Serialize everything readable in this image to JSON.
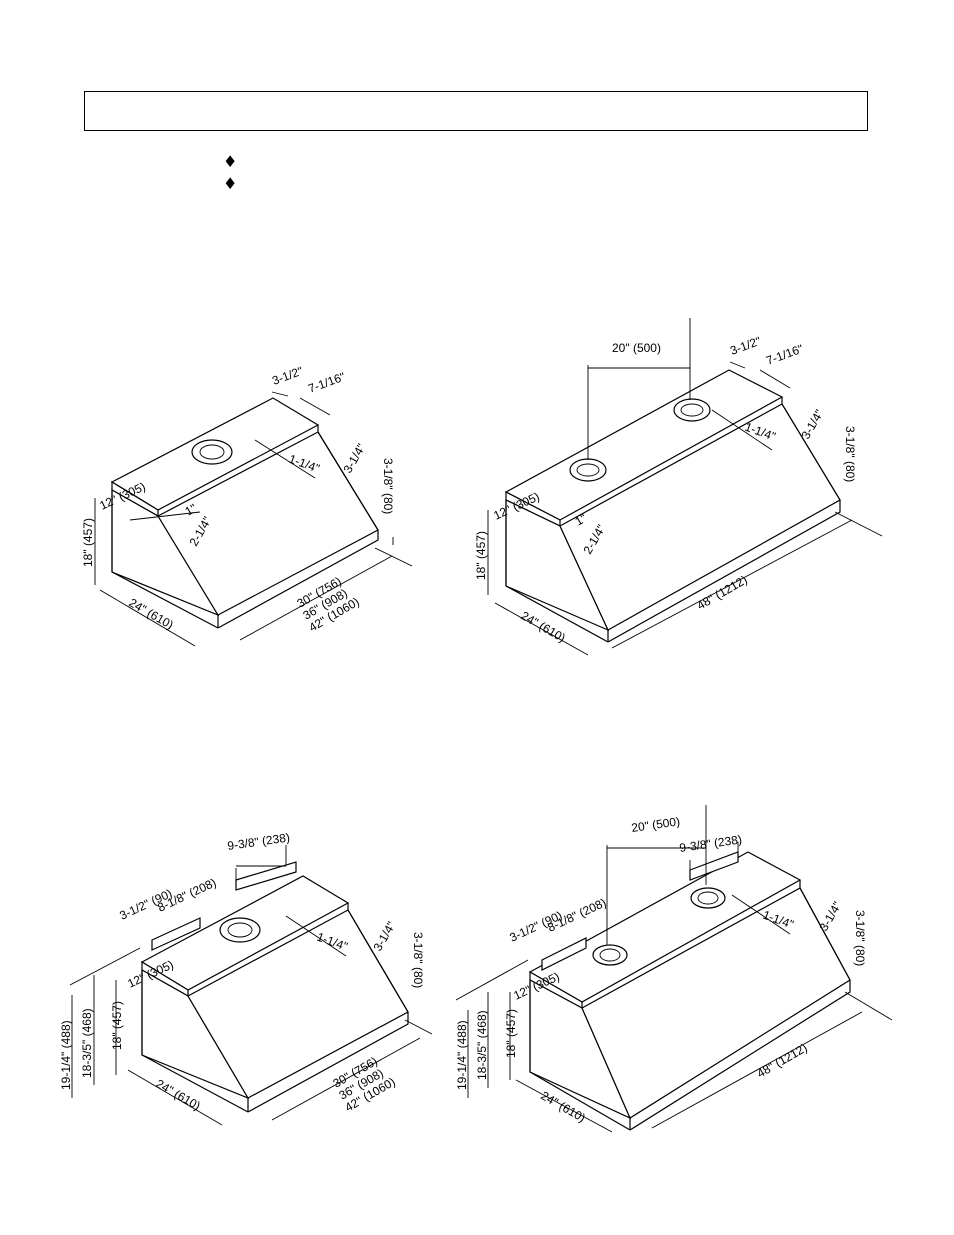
{
  "header": {
    "title": ""
  },
  "bullets": [
    {
      "icon": "diamond-bullet-icon",
      "text": ""
    },
    {
      "icon": "diamond-bullet-icon",
      "text": ""
    }
  ],
  "diagrams": {
    "single_top": {
      "depth": "24\" (610)",
      "height": "18\" (457)",
      "front_height": "12\" (305)",
      "widths": [
        "30\" (756)",
        "36\" (908)",
        "42\" (1060)"
      ],
      "edge_offset": "3-1/2\"",
      "hole_offset": "7-1/16\"",
      "side_offset": "3-1/4\"",
      "bottom_offset": "3-1/8\" (80)",
      "rail": "1-1/4\"",
      "front_small": "1\"",
      "front_small2": "2-1/4\""
    },
    "double_top": {
      "depth": "24\" (610)",
      "height": "18\" (457)",
      "front_height": "12\" (305)",
      "width": "48\" (1212)",
      "duct_spacing": "20\" (500)",
      "edge_offset": "3-1/2\"",
      "hole_offset": "7-1/16\"",
      "side_offset": "3-1/4\"",
      "bottom_offset": "3-1/8\" (80)",
      "rail": "1-1/4\"",
      "front_small": "1\"",
      "front_small2": "2-1/4\""
    },
    "single_bracket": {
      "depth": "24\" (610)",
      "height": "18\" (457)",
      "front_height": "12\" (305)",
      "total_height": "19-1/4\" (488)",
      "mid_height": "18-3/5\" (468)",
      "widths": [
        "30\" (756)",
        "36\" (908)",
        "42\" (1060)"
      ],
      "bracket_a": "3-1/2\" (90)",
      "bracket_b": "8-1/8\" (208)",
      "bracket_c": "9-3/8\" (238)",
      "side_offset": "3-1/4\"",
      "bottom_offset": "3-1/8\" (80)",
      "rail": "1-1/4\""
    },
    "double_bracket": {
      "depth": "24\" (610)",
      "height": "18\" (457)",
      "front_height": "12\" (305)",
      "total_height": "19-1/4\" (488)",
      "mid_height": "18-3/5\" (468)",
      "width": "48\" (1212)",
      "duct_spacing": "20\" (500)",
      "bracket_a": "3-1/2\" (90)",
      "bracket_b": "8-1/8\" (208)",
      "bracket_c": "9-3/8\" (238)",
      "side_offset": "3-1/4\"",
      "bottom_offset": "3-1/8\" (80)",
      "rail": "1-1/4\""
    }
  }
}
